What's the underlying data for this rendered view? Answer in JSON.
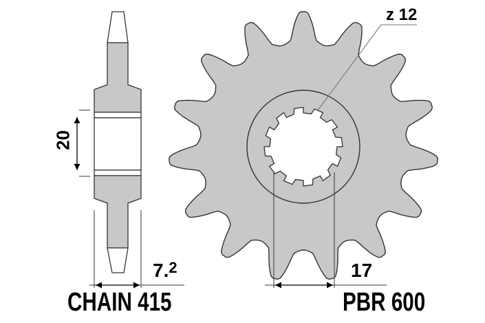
{
  "drawing": {
    "subject": "front sprocket technical drawing",
    "fill_color": "#c8c8c8",
    "stroke_color": "#333333",
    "background": "#ffffff"
  },
  "side_view": {
    "dimension_height": "20",
    "dimension_width_main": "7.",
    "dimension_width_sup": "2",
    "label": "CHAIN 415"
  },
  "front_view": {
    "teeth_label": "z 12",
    "dimension_width": "17",
    "outer_teeth_count": 15,
    "spline_count": 12,
    "label": "PBR 600"
  }
}
